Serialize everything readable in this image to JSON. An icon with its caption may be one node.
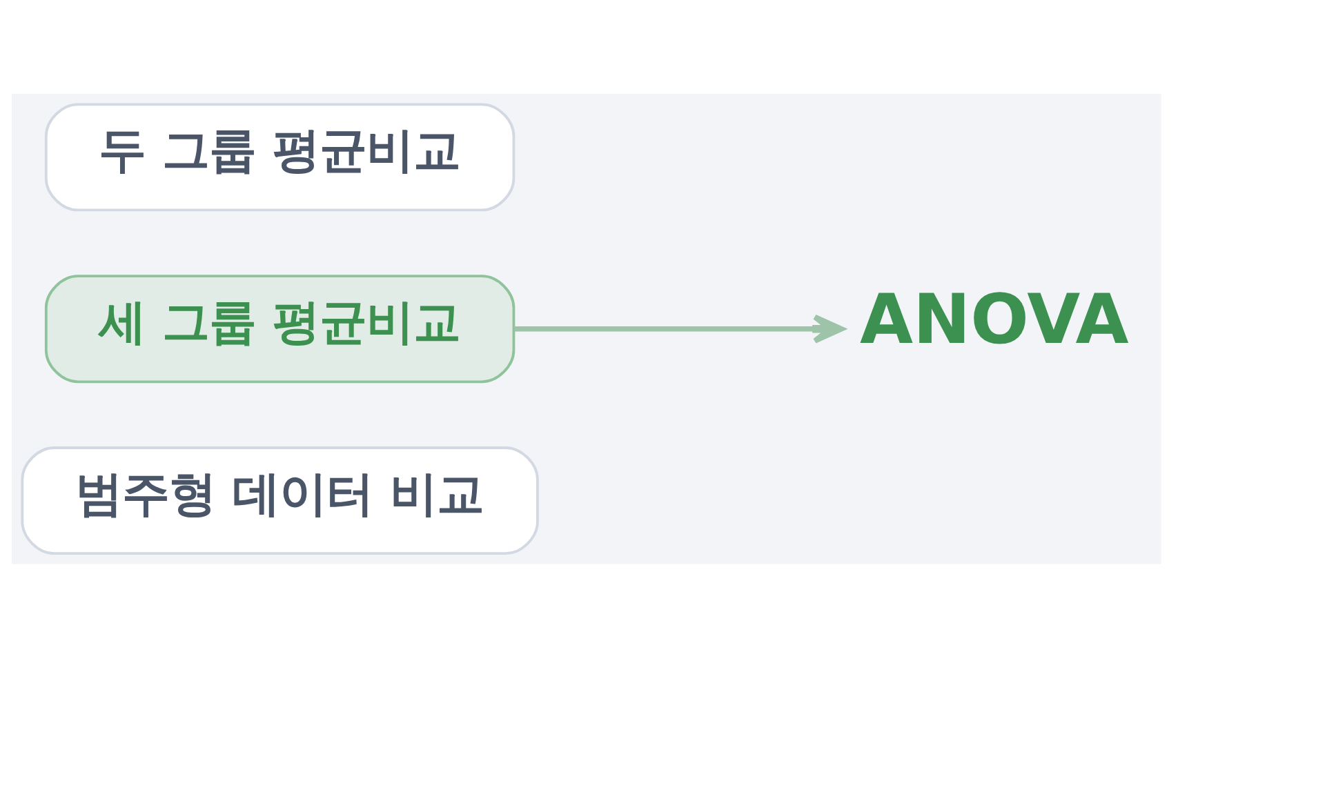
{
  "diagram": {
    "nodes": [
      {
        "text": [
          "두 그룹 평균비교"
        ]
      },
      {
        "text": [
          "세 그룹 평균비교"
        ]
      },
      {
        "text": [
          "범주형 데이터 비교"
        ]
      },
      {
        "text": [
          "ANOVA"
        ]
      }
    ],
    "edges": [
      {
        "from": 1,
        "to": 3,
        "arrow": "to",
        "color": "#9dc4a8"
      }
    ]
  }
}
